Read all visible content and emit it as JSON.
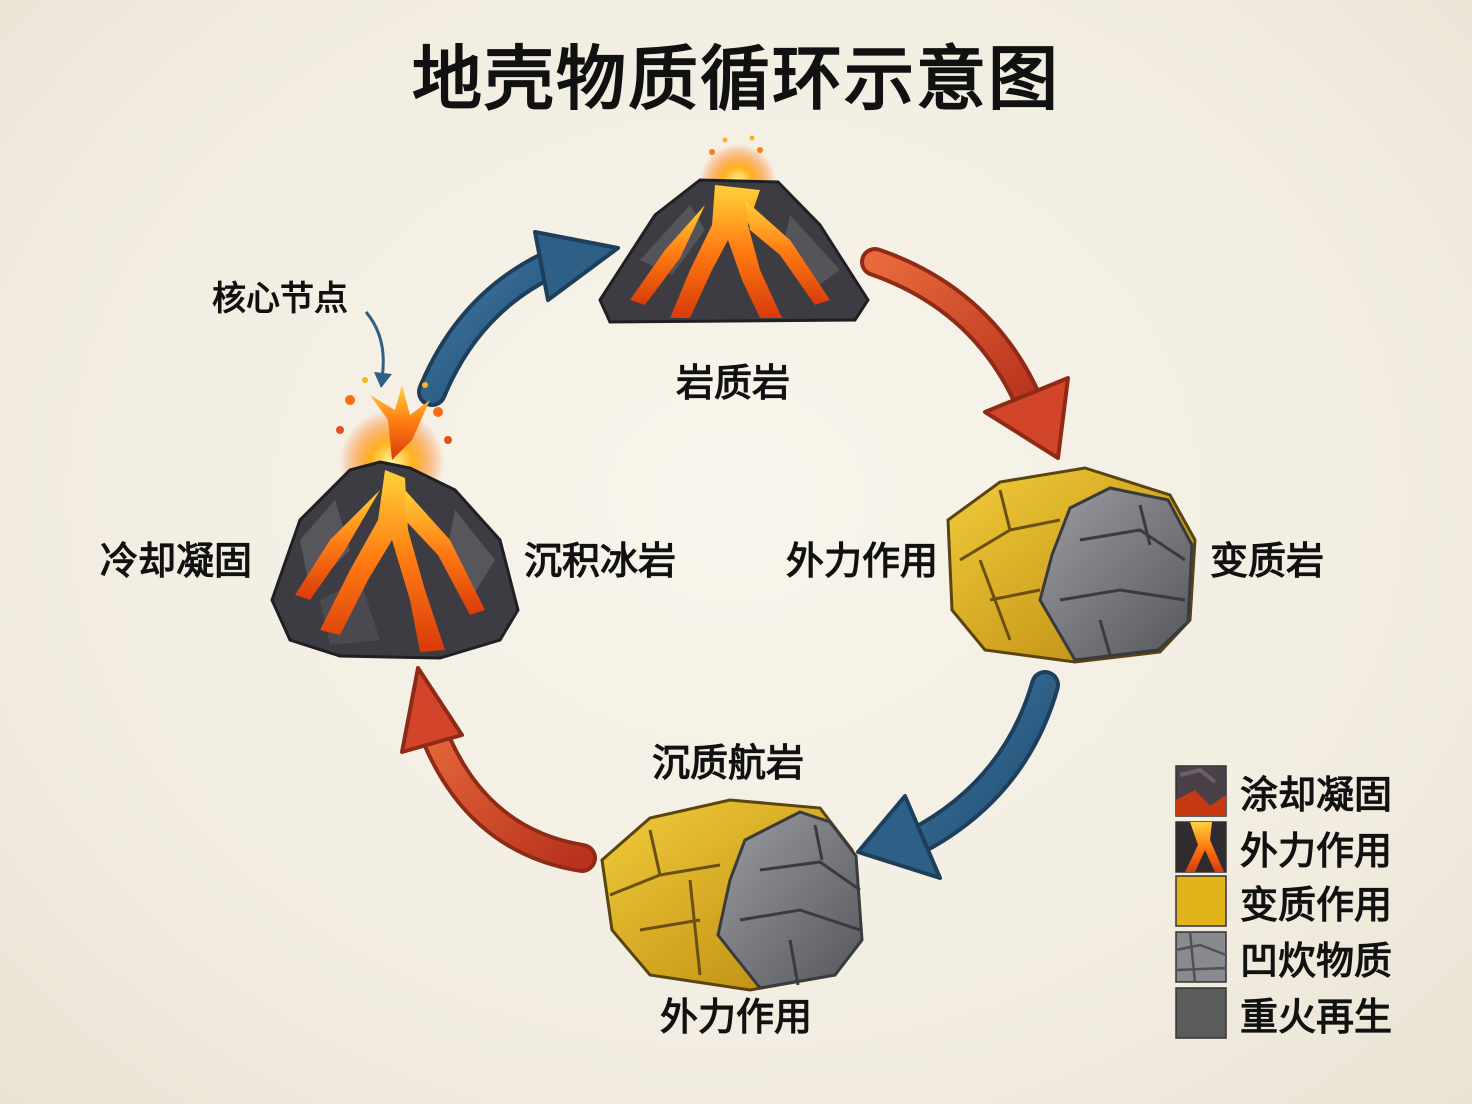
{
  "title": "地壳物质循环示意图",
  "callout": "核心节点",
  "nodes": {
    "top": {
      "label": "岩质岩"
    },
    "left": {
      "label_left": "冷却凝固",
      "label_right": "沉积冰岩"
    },
    "right": {
      "label_left": "外力作用",
      "label_right": "变质岩"
    },
    "bottom": {
      "label_top": "沉质航岩",
      "label_bottom": "外力作用"
    }
  },
  "arrows": [
    {
      "from": "left",
      "to": "top",
      "color": "#2e5f86"
    },
    {
      "from": "top",
      "to": "right",
      "color": "#d2452a"
    },
    {
      "from": "right",
      "to": "bottom",
      "color": "#2e5f86"
    },
    {
      "from": "bottom",
      "to": "left",
      "color": "#d2452a"
    }
  ],
  "legend": [
    {
      "label": "涂却凝固",
      "icon": "lava-rock-swatch"
    },
    {
      "label": "外力作用",
      "icon": "lava-flow-swatch"
    },
    {
      "label": "变质作用",
      "icon": "yellow-swatch",
      "color": "#e1b419"
    },
    {
      "label": "凹炊物质",
      "icon": "gray-stone-swatch"
    },
    {
      "label": "重火再生",
      "icon": "dark-gray-swatch",
      "color": "#5c5c5c"
    }
  ],
  "colors": {
    "blue_arrow": "#2e5f86",
    "red_arrow": "#d2452a",
    "lava": "#f06a12",
    "rock_dark": "#3c3c42",
    "sediment_yellow": "#e1b419",
    "stone_gray": "#7d7f84"
  }
}
